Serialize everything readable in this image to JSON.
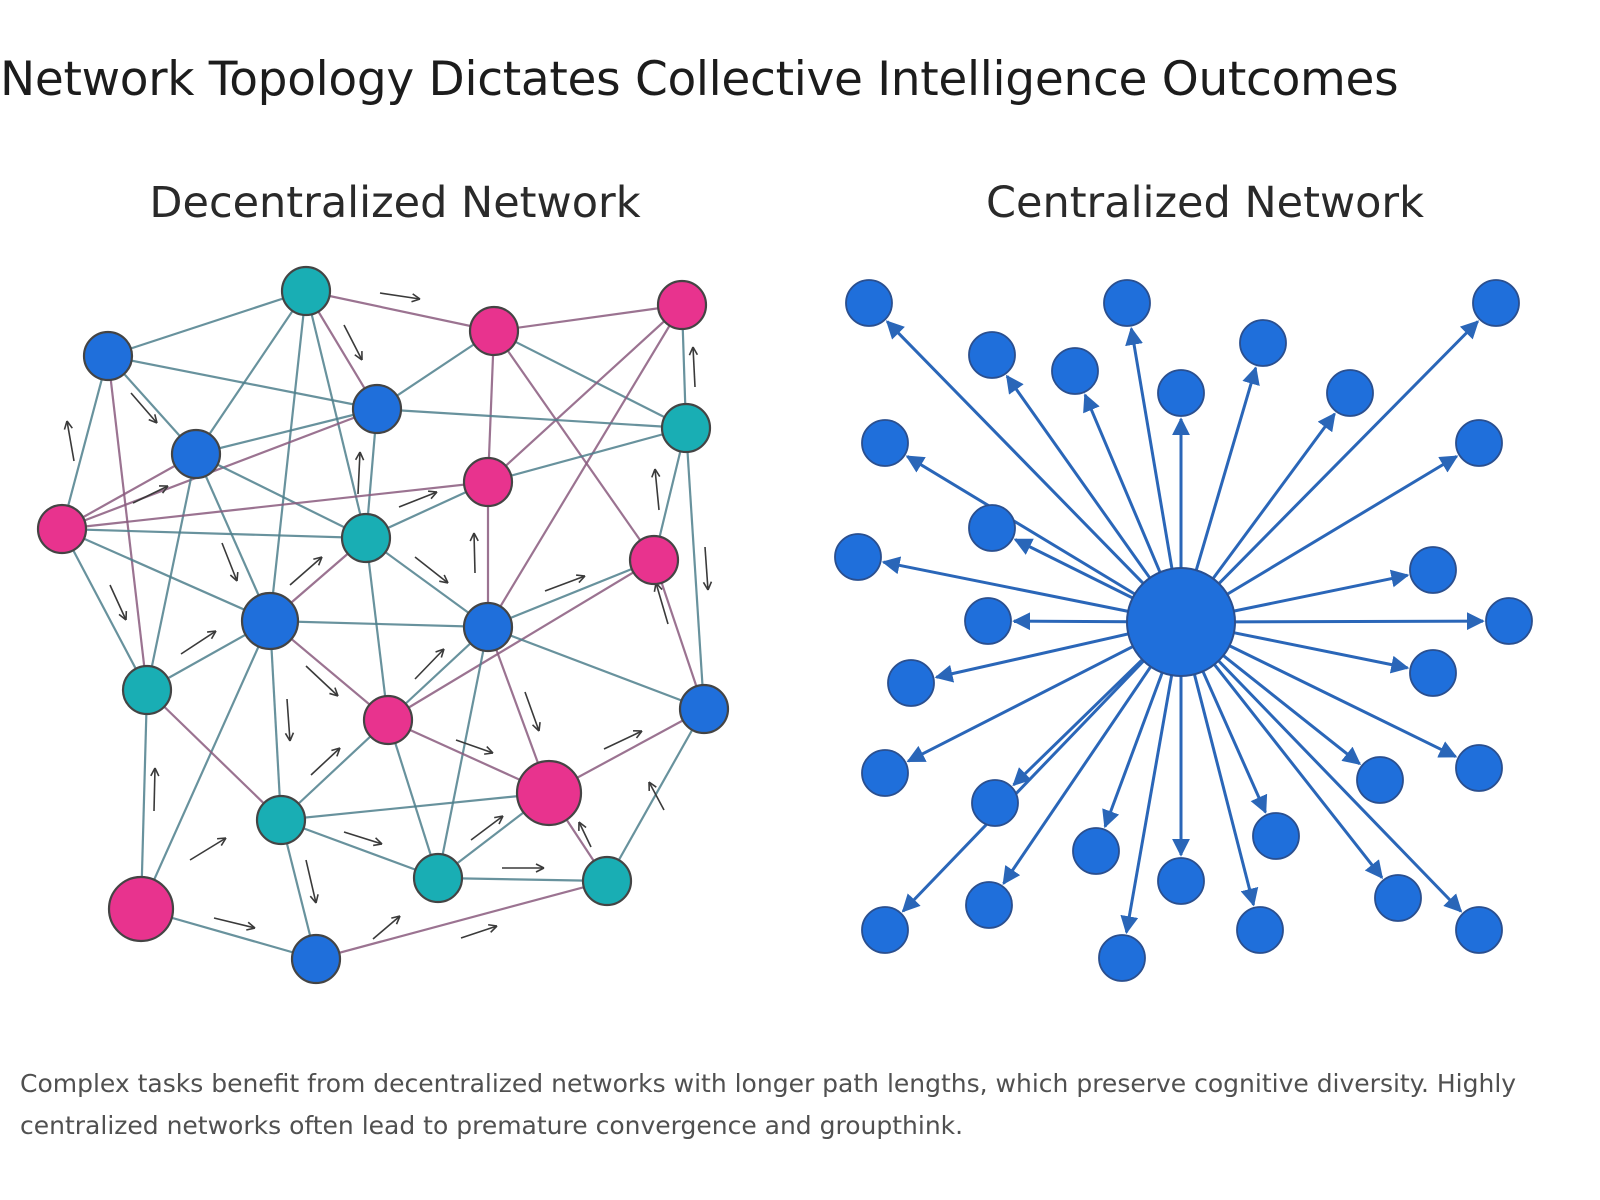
{
  "title": "Network Topology Dictates Collective Intelligence Outcomes",
  "decentralized": {
    "title": "Decentralized Network",
    "colors": {
      "blue": "#1f6fdb",
      "teal": "#19aeb4",
      "pink": "#e8338e"
    }
  },
  "centralized": {
    "title": "Centralized Network",
    "colors": {
      "node": "#1f6fdb",
      "edge": "#2a66b8"
    }
  },
  "caption": "Complex tasks benefit from decentralized networks with longer path lengths, which preserve cognitive diversity. Highly centralized networks often lead to premature convergence and groupthink."
}
